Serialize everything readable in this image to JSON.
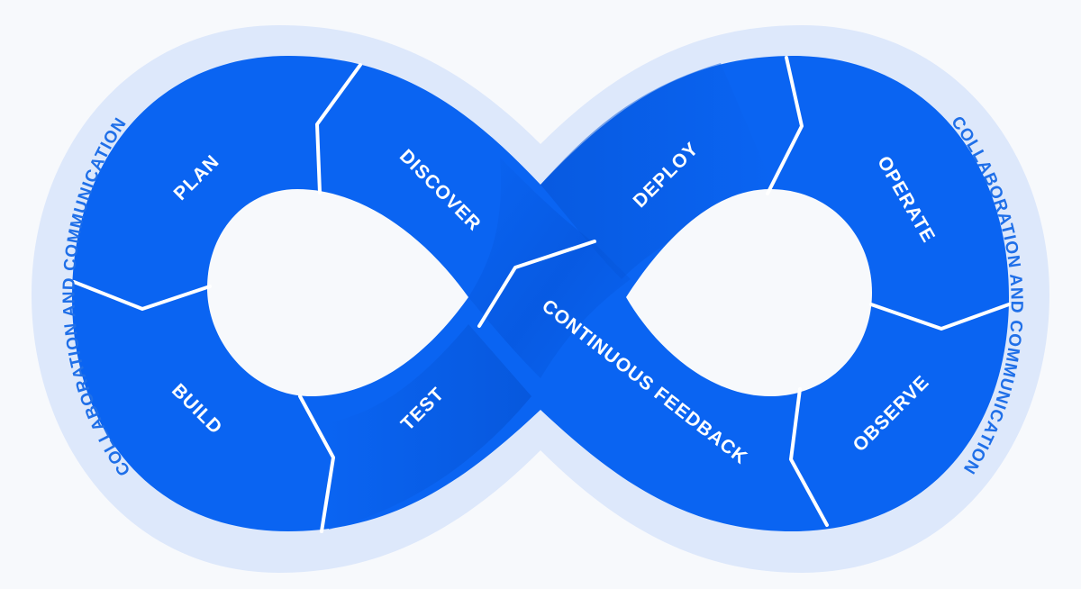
{
  "diagram": {
    "stages": [
      {
        "id": "plan",
        "label": "PLAN"
      },
      {
        "id": "discover",
        "label": "DISCOVER"
      },
      {
        "id": "build",
        "label": "BUILD"
      },
      {
        "id": "test",
        "label": "TEST"
      },
      {
        "id": "deploy",
        "label": "DEPLOY"
      },
      {
        "id": "operate",
        "label": "OPERATE"
      },
      {
        "id": "observe",
        "label": "OBSERVE"
      },
      {
        "id": "continuous-feedback",
        "label": "CONTINUOUS FEEDBACK"
      }
    ],
    "outer_ring": {
      "left_label": "COLLABORATION AND COMMUNICATION",
      "right_label": "COLLABORATION AND COMMUNICATION"
    }
  },
  "colors": {
    "background": "#f7f9fc",
    "outer_ring": "#dde8fb",
    "band": "#0a64f2",
    "band_dark": "#0552d6",
    "divider": "#ffffff",
    "ring_text": "#1f6fe8"
  }
}
